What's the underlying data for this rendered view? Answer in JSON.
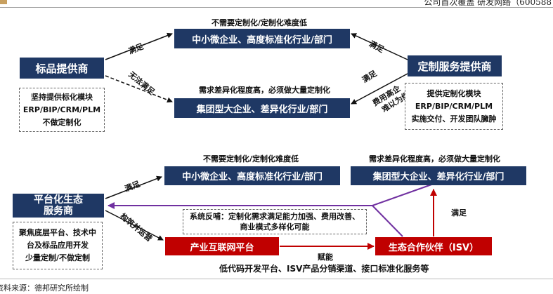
{
  "header": {
    "text": "公司首次覆盖 研发网络（600588"
  },
  "top": {
    "std_provider": "标品提供商",
    "custom_provider": "定制服务提供商",
    "smb": "中小微企业、高度标准化行业/部门",
    "group": "集团型大企业、差异化行业/部门",
    "no_custom": "不需要定制化/定制化难度低",
    "need_custom": "需求差异化程度高，必须做大量定制化",
    "satisfy_left": "满足",
    "cannot_satisfy": "无法满足",
    "satisfy_right_top": "满足",
    "satisfy_right_bottom": "满足",
    "cost_high": "费用高企",
    "hard_continue": "难以为继",
    "std_notes": [
      "坚持提供标化模块",
      "ERP/BIP/CRM/PLM",
      "不做定制化"
    ],
    "custom_notes": [
      "提供定制化模块",
      "ERP/BIP/CRM/PLM",
      "实施交付、开发团队臃肿"
    ]
  },
  "bottom": {
    "platform": [
      "平台化生态",
      "服务商"
    ],
    "smb": "中小微企业、高度标准化行业/部门",
    "group": "集团型大企业、差异化行业/部门",
    "no_custom": "不需要定制化/定制化难度低",
    "need_custom": "需求差异化程度高，必须做大量定制化",
    "satisfy": "满足",
    "build_operate": "构筑并运营",
    "feedback": [
      "系统反哺：定制化需求满足能力加强、费用改善、",
      "商业模式多样化可能"
    ],
    "industrial_internet": "产业互联网平台",
    "ecosystem_partner": "生态合作伙伴（ISV）",
    "empower": "赋能",
    "satisfy_right": "满足",
    "platform_notes": [
      "聚焦底层平台、技术中",
      "台及标品应用开发",
      "少量定制/不做定制"
    ],
    "footer_caption": "低代码开发平台、ISV产品分销渠道、接口标准化服务等"
  },
  "source": "资料来源：德邦研究所绘制",
  "colors": {
    "navy": "#1f3864",
    "red": "#c00000",
    "purple": "#7030a0"
  }
}
